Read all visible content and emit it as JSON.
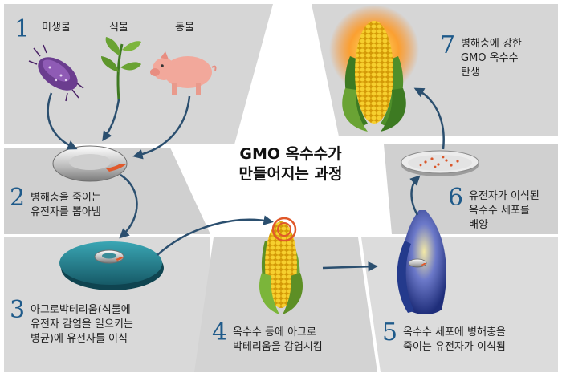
{
  "title": "GMO 옥수수가\n만들어지는 과정",
  "steps": [
    {
      "num": "1",
      "labels": [
        "미생물",
        "식물",
        "동물"
      ]
    },
    {
      "num": "2",
      "text": "병해충을 죽이는\n유전자를 뽑아냄"
    },
    {
      "num": "3",
      "text": "아그로박테리움(식물에\n유전자 감염을 일으키는\n병균)에 유전자를 이식"
    },
    {
      "num": "4",
      "text": "옥수수 등에 아그로\n박테리움을 감염시킴"
    },
    {
      "num": "5",
      "text": "옥수수 세포에 병해충을\n죽이는 유전자가 이식됨"
    },
    {
      "num": "6",
      "text": "유전자가 이식된\n옥수수 세포를\n배양"
    },
    {
      "num": "7",
      "text": "병해충에 강한\nGMO 옥수수\n탄생"
    }
  ],
  "colors": {
    "panel": "#d9d9d9",
    "panel_dark": "#cfcfcf",
    "arrow": "#2b4f6f",
    "number": "#1e5a8a",
    "corn": "#f1c21b",
    "leaf": "#6a9a2a"
  },
  "icons": [
    "microbe-icon",
    "plant-icon",
    "pig-icon",
    "dna-ring-icon",
    "agrobacterium-disc-icon",
    "corn-icon",
    "petri-dish-icon",
    "glowing-corn-icon"
  ]
}
